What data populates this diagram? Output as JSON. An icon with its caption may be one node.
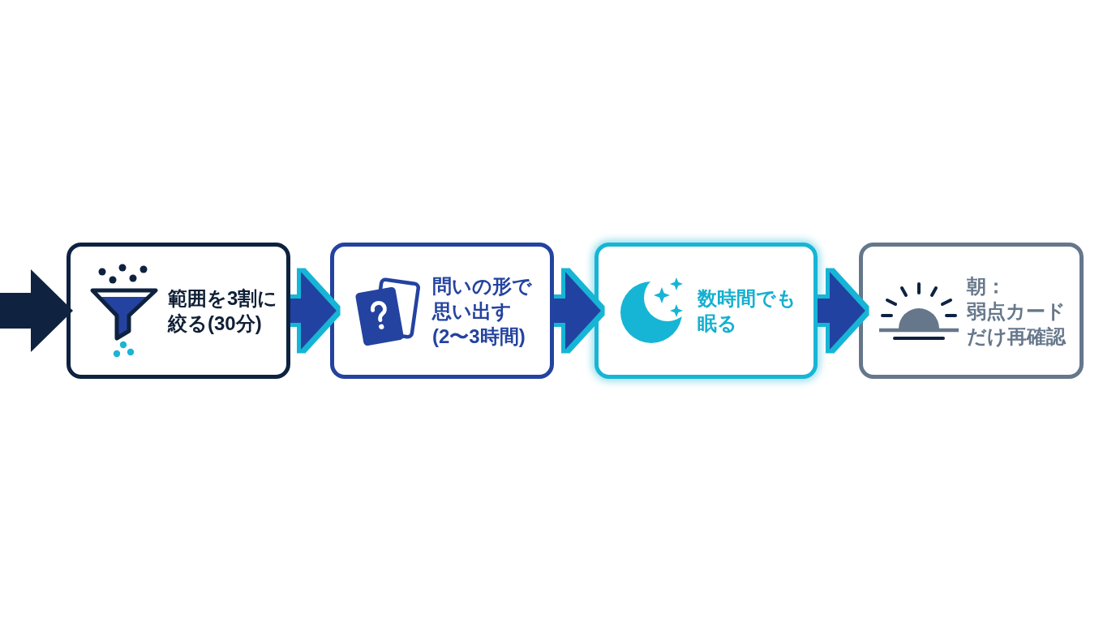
{
  "diagram": {
    "nodes": [
      {
        "text": [
          "範囲を3割に絞る(30分)"
        ]
      },
      {
        "text": [
          "問いの形で思い出す(2〜3時間)"
        ]
      },
      {
        "text": [
          "数時間でも眠る"
        ]
      },
      {
        "text": [
          "朝：",
          "弱点カードだけ再確認"
        ]
      }
    ],
    "edges": [
      {
        "from": null,
        "to": 0,
        "arrow": "to",
        "color": "#0f2340"
      },
      {
        "from": 0,
        "to": 1,
        "arrow": "to"
      },
      {
        "from": 1,
        "to": 2,
        "arrow": "to"
      },
      {
        "from": 2,
        "to": 3,
        "arrow": "to"
      }
    ]
  }
}
